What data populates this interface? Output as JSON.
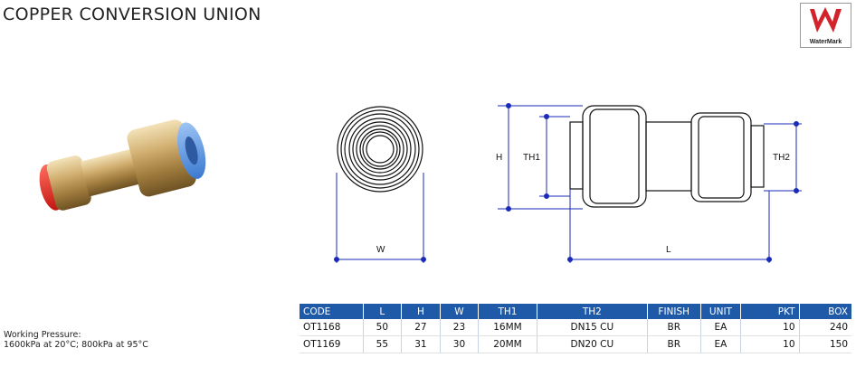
{
  "title": "COPPER CONVERSION UNION",
  "logo": {
    "label": "WaterMark",
    "color": "#d3232a"
  },
  "drawing": {
    "labels": {
      "W": "W",
      "H": "H",
      "TH1": "TH1",
      "TH2": "TH2",
      "L": "L"
    },
    "dimension_color": "#1a2bb8"
  },
  "pressure": {
    "heading": "Working Pressure:",
    "detail": "1600kPa at 20°C; 800kPa at 95°C"
  },
  "table": {
    "headers": [
      "CODE",
      "L",
      "H",
      "W",
      "TH1",
      "TH2",
      "FINISH",
      "UNIT",
      "PKT",
      "BOX"
    ],
    "rows": [
      [
        "OT1168",
        "50",
        "27",
        "23",
        "16MM",
        "DN15 CU",
        "BR",
        "EA",
        "10",
        "240"
      ],
      [
        "OT1169",
        "55",
        "31",
        "30",
        "20MM",
        "DN20 CU",
        "BR",
        "EA",
        "10",
        "150"
      ]
    ],
    "header_color": "#1f5aa8"
  }
}
